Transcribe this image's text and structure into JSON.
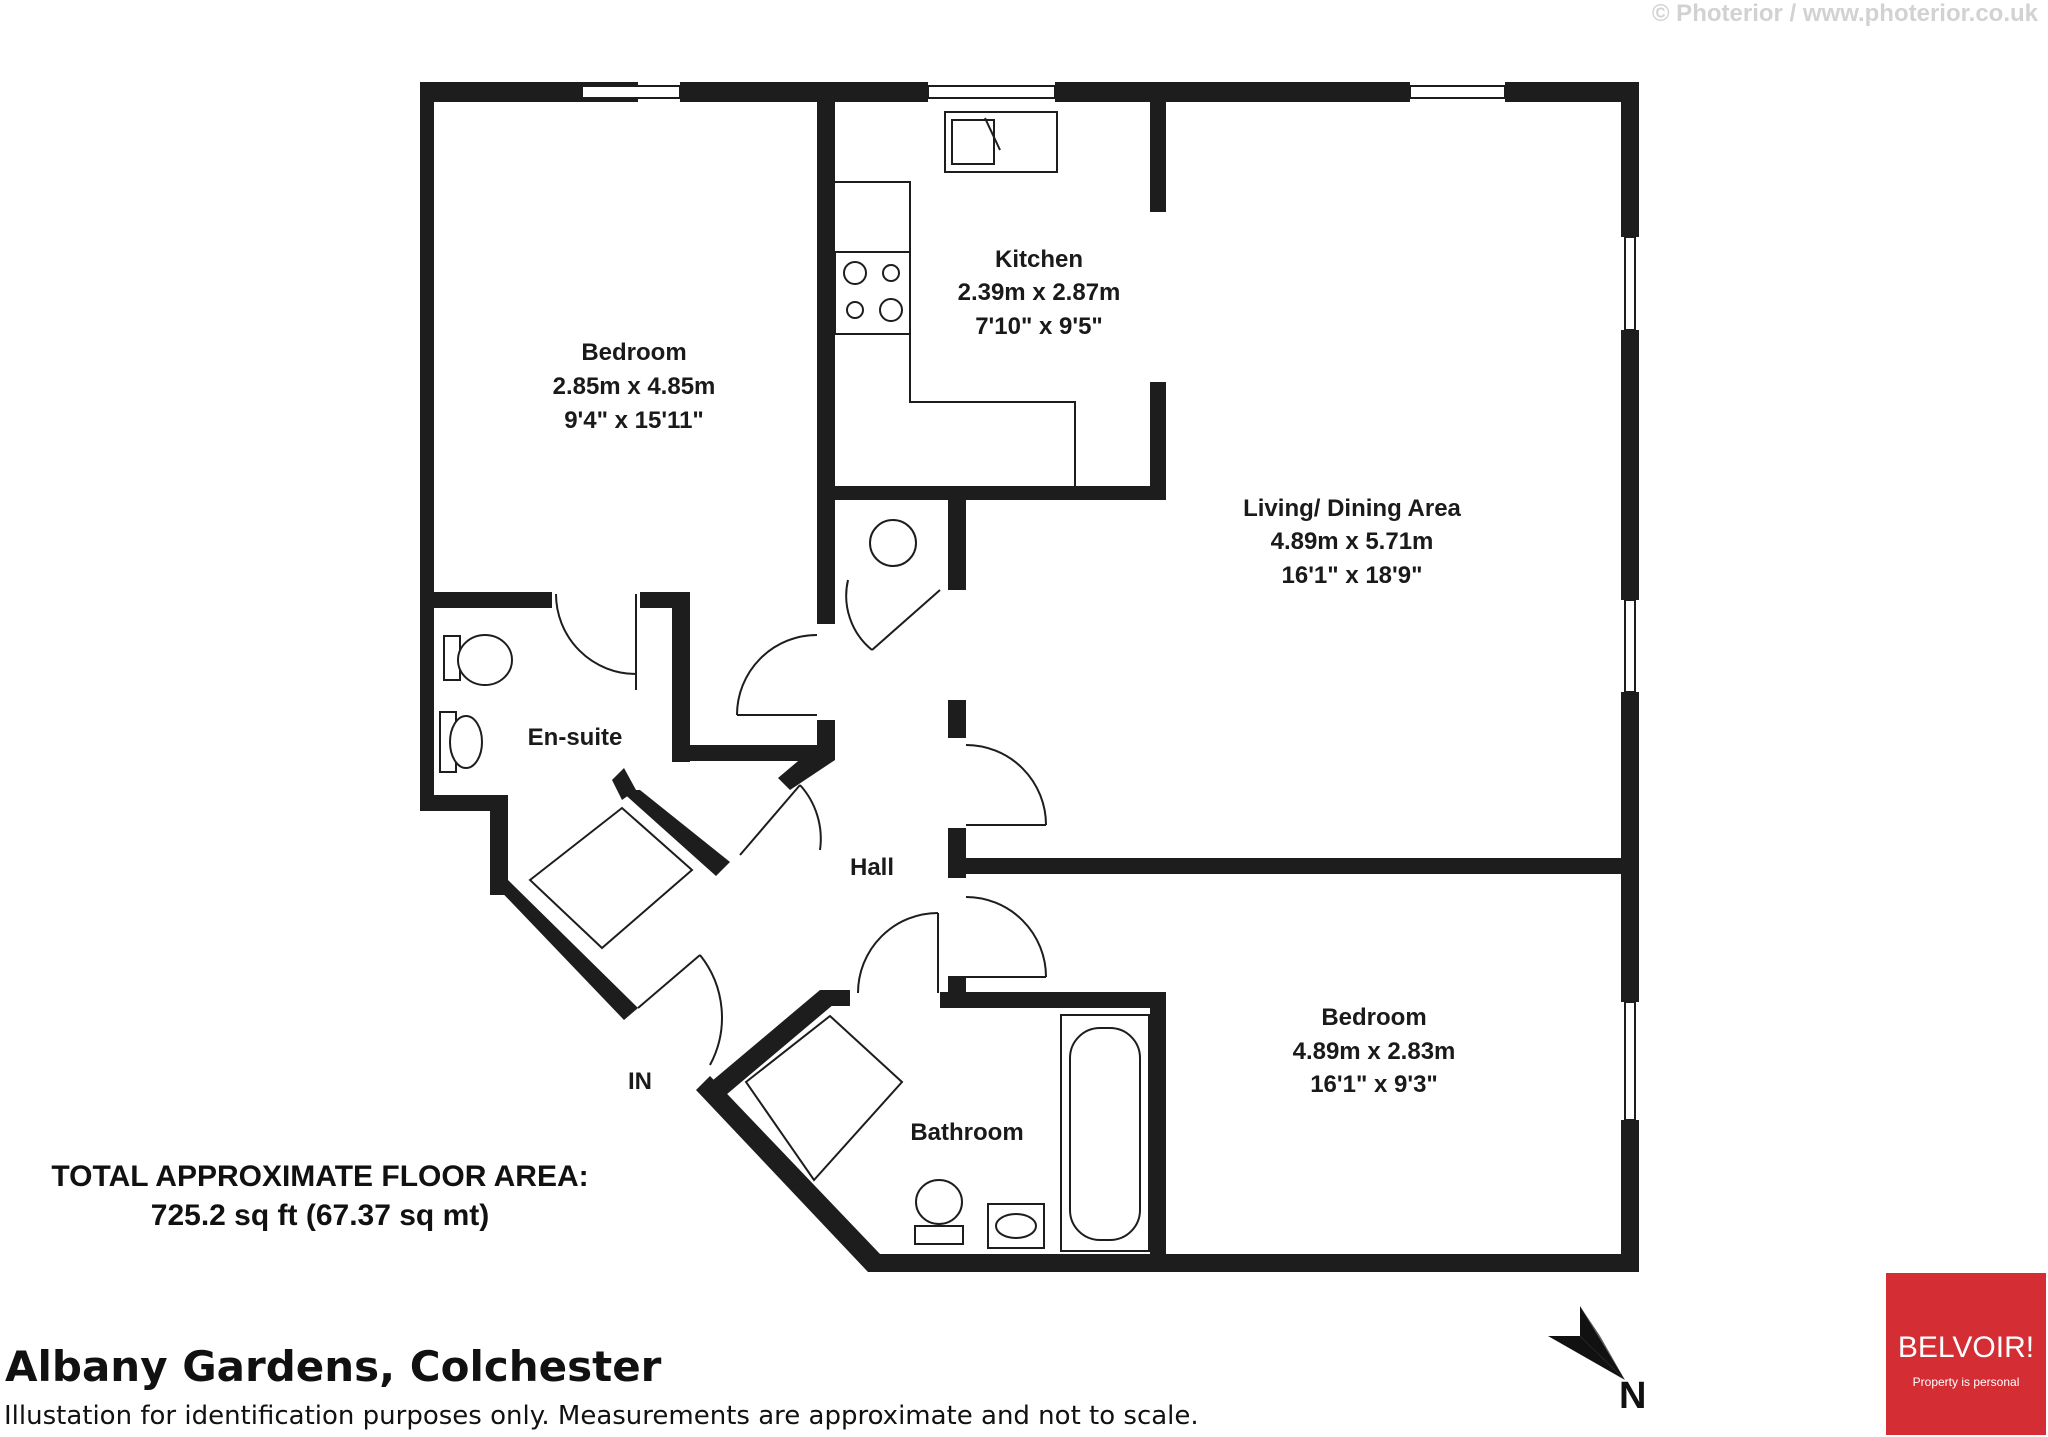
{
  "copyright": "© Photerior / www.photerior.co.uk",
  "rooms": {
    "bedroom_1": {
      "name": "Bedroom",
      "metric": "2.85m x 4.85m",
      "imperial": "9'4\"  x 15'11\""
    },
    "kitchen": {
      "name": "Kitchen",
      "metric": "2.39m x 2.87m",
      "imperial": "7'10\"  x 9'5\""
    },
    "living": {
      "name": "Living/ Dining Area",
      "metric": "4.89m x 5.71m",
      "imperial": "16'1\"  x 18'9\""
    },
    "ensuite": {
      "name": "En-suite"
    },
    "hall": {
      "name": "Hall"
    },
    "bathroom": {
      "name": "Bathroom"
    },
    "bedroom_2": {
      "name": "Bedroom",
      "metric": "4.89m x 2.83m",
      "imperial": "16'1\"  x 9'3\""
    },
    "entrance": {
      "name": "IN"
    }
  },
  "floor_area": {
    "title": "TOTAL APPROXIMATE FLOOR AREA:",
    "value": "725.2 sq ft (67.37 sq mt)"
  },
  "address": "Albany Gardens, Colchester",
  "disclaimer": "Illustation for identification purposes only. Measurements are approximate and not to scale.",
  "north_label": "N",
  "logo": {
    "name": "BELVOIR!",
    "tagline": "Property is personal",
    "color": "#d42e34"
  }
}
